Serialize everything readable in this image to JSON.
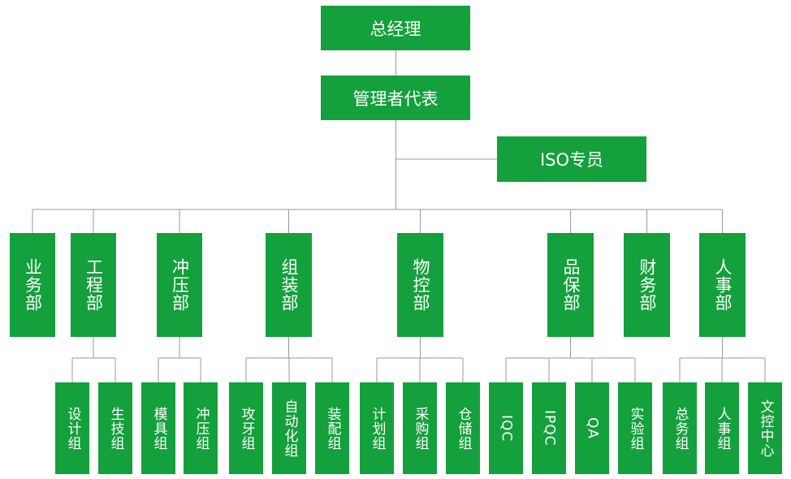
{
  "top": {
    "gm": "总经理",
    "rep": "管理者代表",
    "iso": "ISO专员"
  },
  "departments": [
    {
      "label": "业务部",
      "groups": []
    },
    {
      "label": "工程部",
      "groups": [
        "设计组",
        "生技组"
      ]
    },
    {
      "label": "冲压部",
      "groups": [
        "模具组",
        "冲压组"
      ]
    },
    {
      "label": "组装部",
      "groups": [
        "攻牙组",
        "自动化组",
        "装配组"
      ]
    },
    {
      "label": "物控部",
      "groups": [
        "计划组",
        "采购组",
        "仓储组"
      ]
    },
    {
      "label": "品保部",
      "groups": [
        "IQC",
        "IPQC",
        "QA",
        "实验组"
      ]
    },
    {
      "label": "财务部",
      "groups": []
    },
    {
      "label": "人事部",
      "groups": [
        "总务组",
        "人事组",
        "文控中心"
      ]
    }
  ],
  "colors": {
    "box": "#14a03c",
    "text": "#ffffff",
    "line": "#999999"
  }
}
